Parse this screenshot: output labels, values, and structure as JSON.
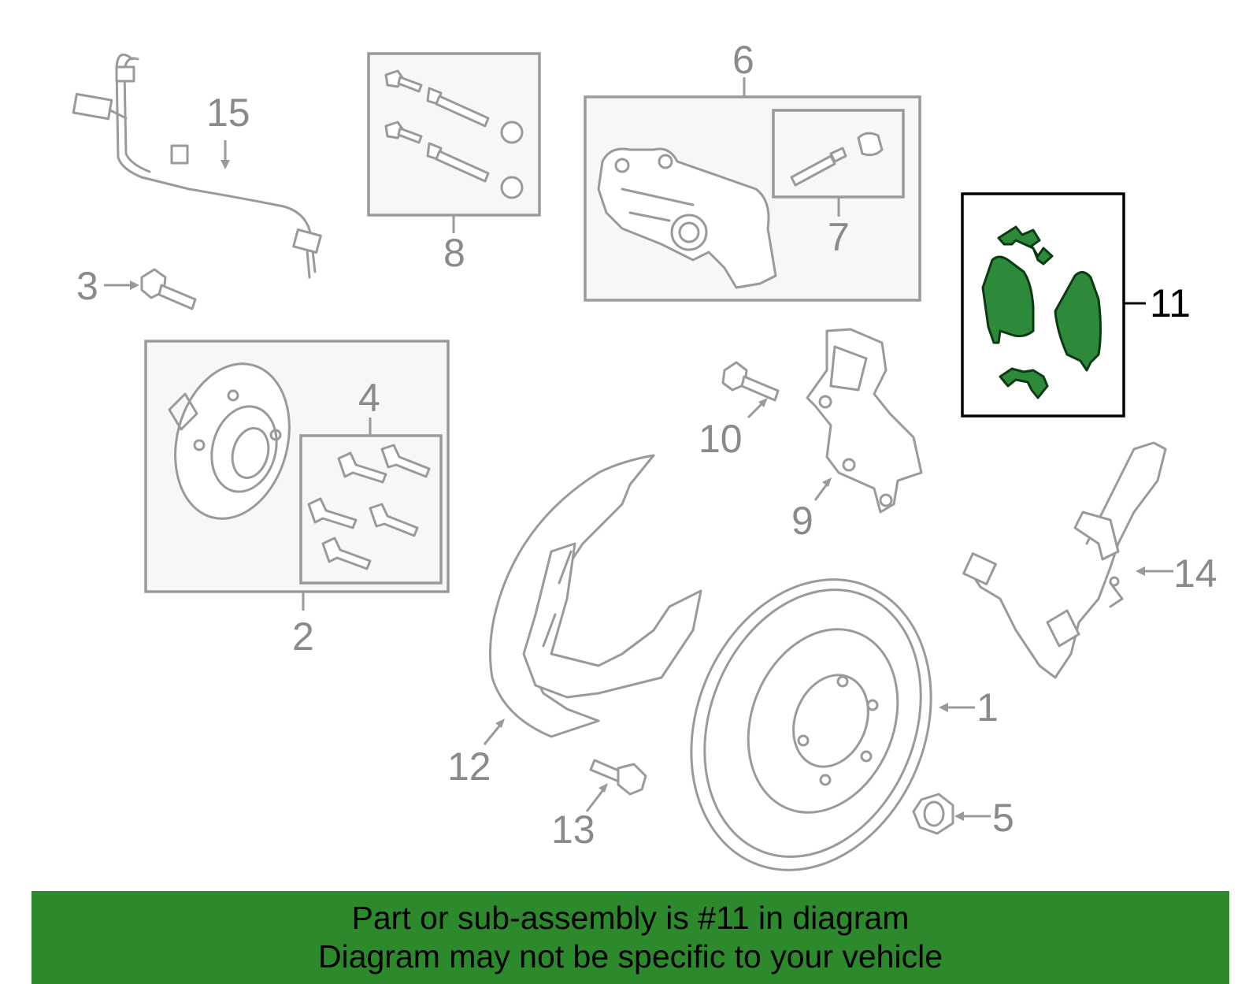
{
  "colors": {
    "highlight": "#2d8a3a",
    "banner": "#2c8a2c",
    "line": "#9a9a9a"
  },
  "callouts": {
    "c1": "1",
    "c2": "2",
    "c3": "3",
    "c4": "4",
    "c5": "5",
    "c6": "6",
    "c7": "7",
    "c8": "8",
    "c9": "9",
    "c10": "10",
    "c11": "11",
    "c12": "12",
    "c13": "13",
    "c14": "14",
    "c15": "15"
  },
  "banner": {
    "line1": "Part or sub-assembly is #11 in diagram",
    "line2": "Diagram may not be specific to your vehicle"
  }
}
